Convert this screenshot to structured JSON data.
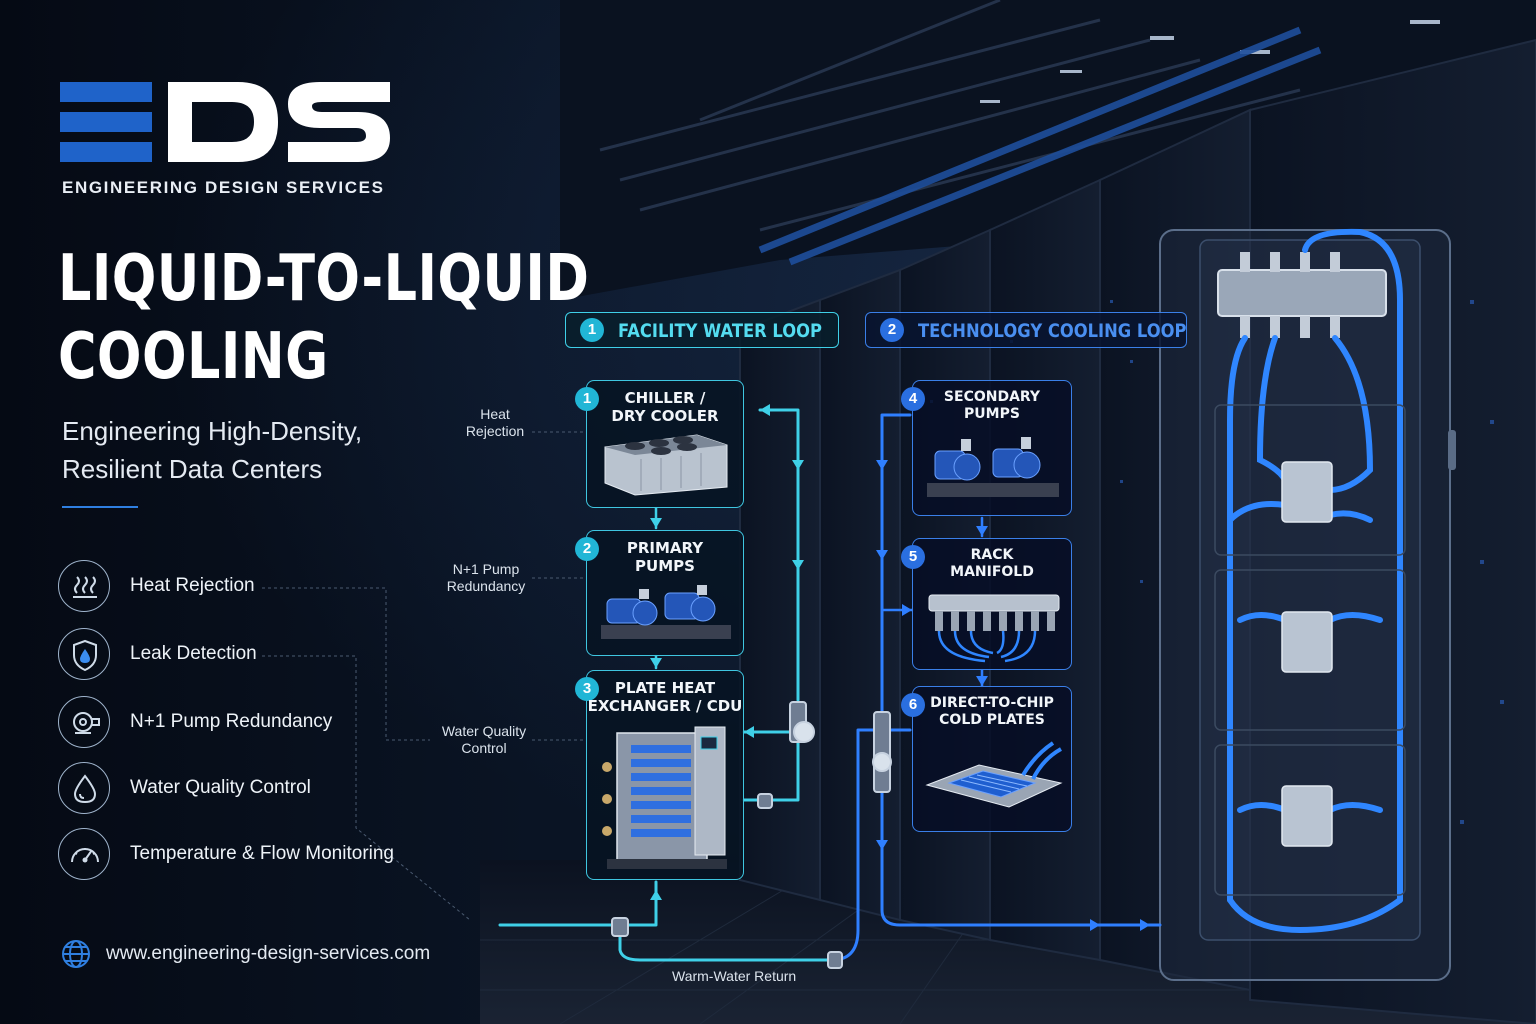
{
  "brand": {
    "logo_text": "EDS",
    "tagline": "ENGINEERING DESIGN SERVICES"
  },
  "headline": {
    "line1": "LIQUID-TO-LIQUID",
    "line2": "COOLING",
    "subtitle_line1": "Engineering High-Density,",
    "subtitle_line2": "Resilient Data Centers"
  },
  "features": [
    {
      "label": "Heat Rejection",
      "icon": "heat-waves-icon"
    },
    {
      "label": "Leak Detection",
      "icon": "shield-droplet-icon"
    },
    {
      "label": "N+1 Pump Redundancy",
      "icon": "pump-icon"
    },
    {
      "label": "Water Quality Control",
      "icon": "water-drop-icon"
    },
    {
      "label": "Temperature & Flow Monitoring",
      "icon": "gauge-icon"
    }
  ],
  "website": "www.engineering-design-services.com",
  "loops": [
    {
      "number": "1",
      "title": "FACILITY WATER LOOP"
    },
    {
      "number": "2",
      "title": "TECHNOLOGY COOLING LOOP"
    }
  ],
  "components": [
    {
      "number": "1",
      "line1": "CHILLER /",
      "line2": "DRY COOLER"
    },
    {
      "number": "2",
      "line1": "PRIMARY",
      "line2": "PUMPS"
    },
    {
      "number": "3",
      "line1": "PLATE HEAT",
      "line2": "EXCHANGER / CDU"
    },
    {
      "number": "4",
      "line1": "SECONDARY",
      "line2": "PUMPS"
    },
    {
      "number": "5",
      "line1": "RACK",
      "line2": "MANIFOLD"
    },
    {
      "number": "6",
      "line1": "DIRECT-TO-CHIP",
      "line2": "COLD PLATES"
    }
  ],
  "side_labels": {
    "heat_rejection_1": "Heat",
    "heat_rejection_2": "Rejection",
    "pump_redundancy_1": "N+1 Pump",
    "pump_redundancy_2": "Redundancy",
    "water_quality_1": "Water Quality",
    "water_quality_2": "Control",
    "warm_return": "Warm-Water Return"
  },
  "colors": {
    "facility_loop": "#3fd0e8",
    "technology_loop": "#3a7fe8",
    "brand_blue": "#1f63c9",
    "background": "#070d18"
  }
}
